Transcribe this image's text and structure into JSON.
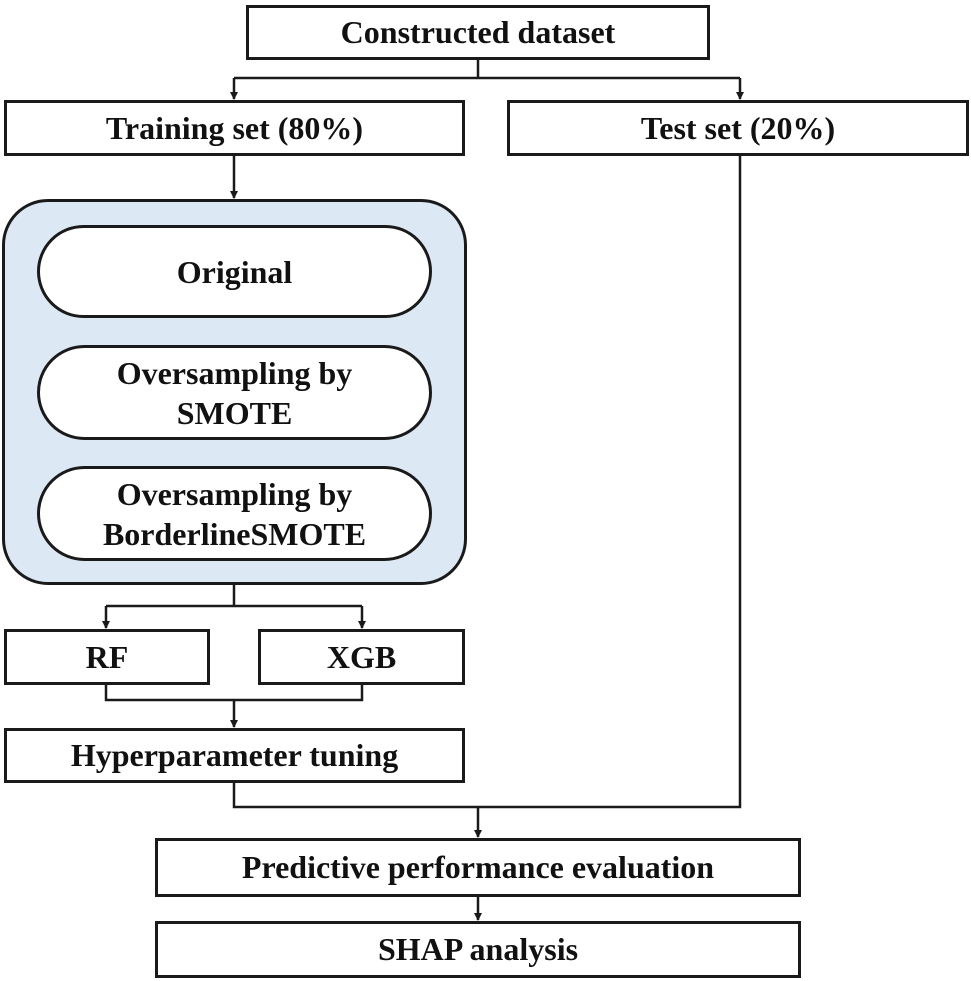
{
  "nodes": {
    "constructed_dataset": "Constructed dataset",
    "training_set": "Training set (80%)",
    "test_set": "Test set (20%)",
    "original": "Original",
    "smote_line1": "Oversampling by",
    "smote_line2": "SMOTE",
    "borderline_line1": "Oversampling by",
    "borderline_line2": "BorderlineSMOTE",
    "rf": "RF",
    "xgb": "XGB",
    "hyperparameter_tuning": "Hyperparameter tuning",
    "predictive_evaluation": "Predictive performance evaluation",
    "shap_analysis": "SHAP analysis"
  },
  "colors": {
    "group_fill": "#dde8f5",
    "stroke": "#1a1a1a"
  }
}
